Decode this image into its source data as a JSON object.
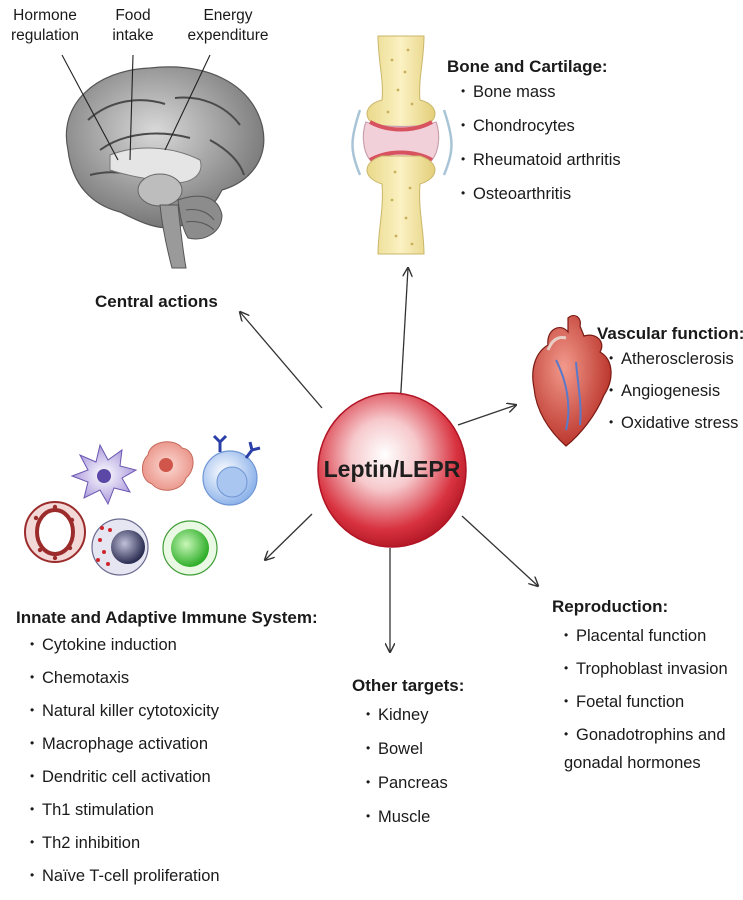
{
  "center": {
    "label": "Leptin/LEPR",
    "color": "#cc1f2f"
  },
  "central": {
    "brain_labels": [
      {
        "text": "Hormone\nregulation"
      },
      {
        "text": "Food\nintake"
      },
      {
        "text": "Energy\nexpenditure"
      }
    ],
    "title": "Central actions"
  },
  "bone": {
    "title": "Bone and Cartilage:",
    "items": [
      "Bone mass",
      "Chondrocytes",
      "Rheumatoid arthritis",
      "Osteoarthritis"
    ]
  },
  "vascular": {
    "title": "Vascular function:",
    "items": [
      "Atherosclerosis",
      "Angiogenesis",
      "Oxidative stress"
    ]
  },
  "immune": {
    "title": "Innate and Adaptive Immune System:",
    "items": [
      "Cytokine induction",
      "Chemotaxis",
      "Natural killer cytotoxicity",
      "Macrophage activation",
      "Dendritic cell activation",
      "Th1 stimulation",
      "Th2 inhibition",
      "Naïve T-cell proliferation"
    ]
  },
  "other": {
    "title": "Other targets:",
    "items": [
      "Kidney",
      "Bowel",
      "Pancreas",
      "Muscle"
    ]
  },
  "reproduction": {
    "title": "Reproduction:",
    "items": [
      "Placental function",
      "Trophoblast invasion",
      "Foetal function",
      "Gonadotrophins and"
    ],
    "continuation": "gonadal hormones"
  }
}
